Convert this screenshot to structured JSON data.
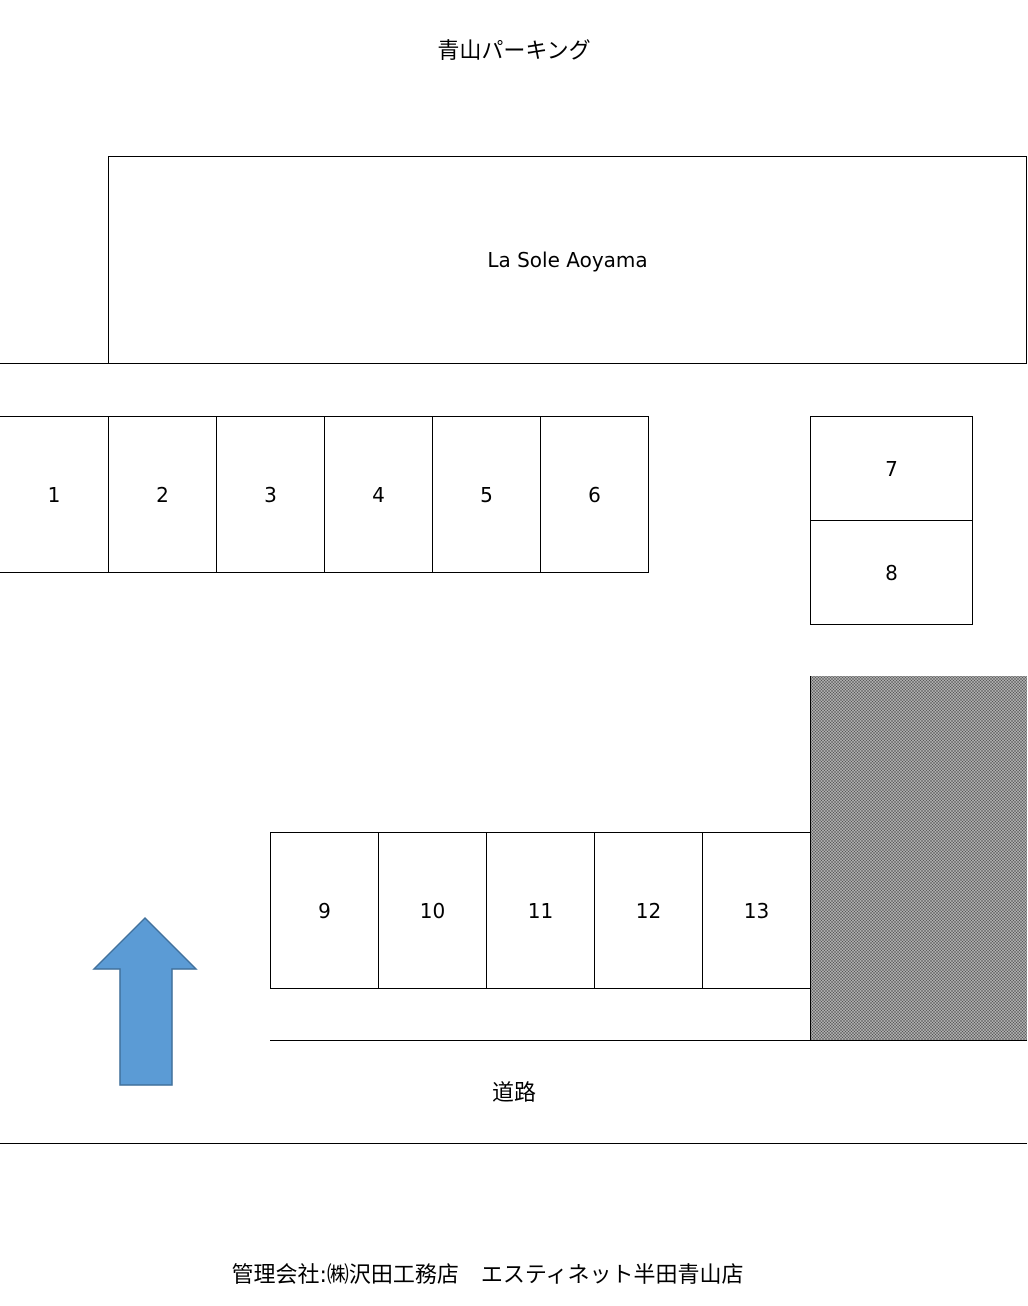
{
  "title": "青山パーキング",
  "building": {
    "label": "La Sole Aoyama"
  },
  "spaces": [
    {
      "label": "1"
    },
    {
      "label": "2"
    },
    {
      "label": "3"
    },
    {
      "label": "4"
    },
    {
      "label": "5"
    },
    {
      "label": "6"
    },
    {
      "label": "7"
    },
    {
      "label": "8"
    },
    {
      "label": "9"
    },
    {
      "label": "10"
    },
    {
      "label": "11"
    },
    {
      "label": "12"
    },
    {
      "label": "13"
    }
  ],
  "road": {
    "label": "道路"
  },
  "footer": {
    "text": "管理会社:㈱沢田工務店　エスティネット半田青山店"
  },
  "arrow": {
    "icon": "up-arrow-icon",
    "color": "#5b9bd5",
    "stroke": "#41719c"
  }
}
